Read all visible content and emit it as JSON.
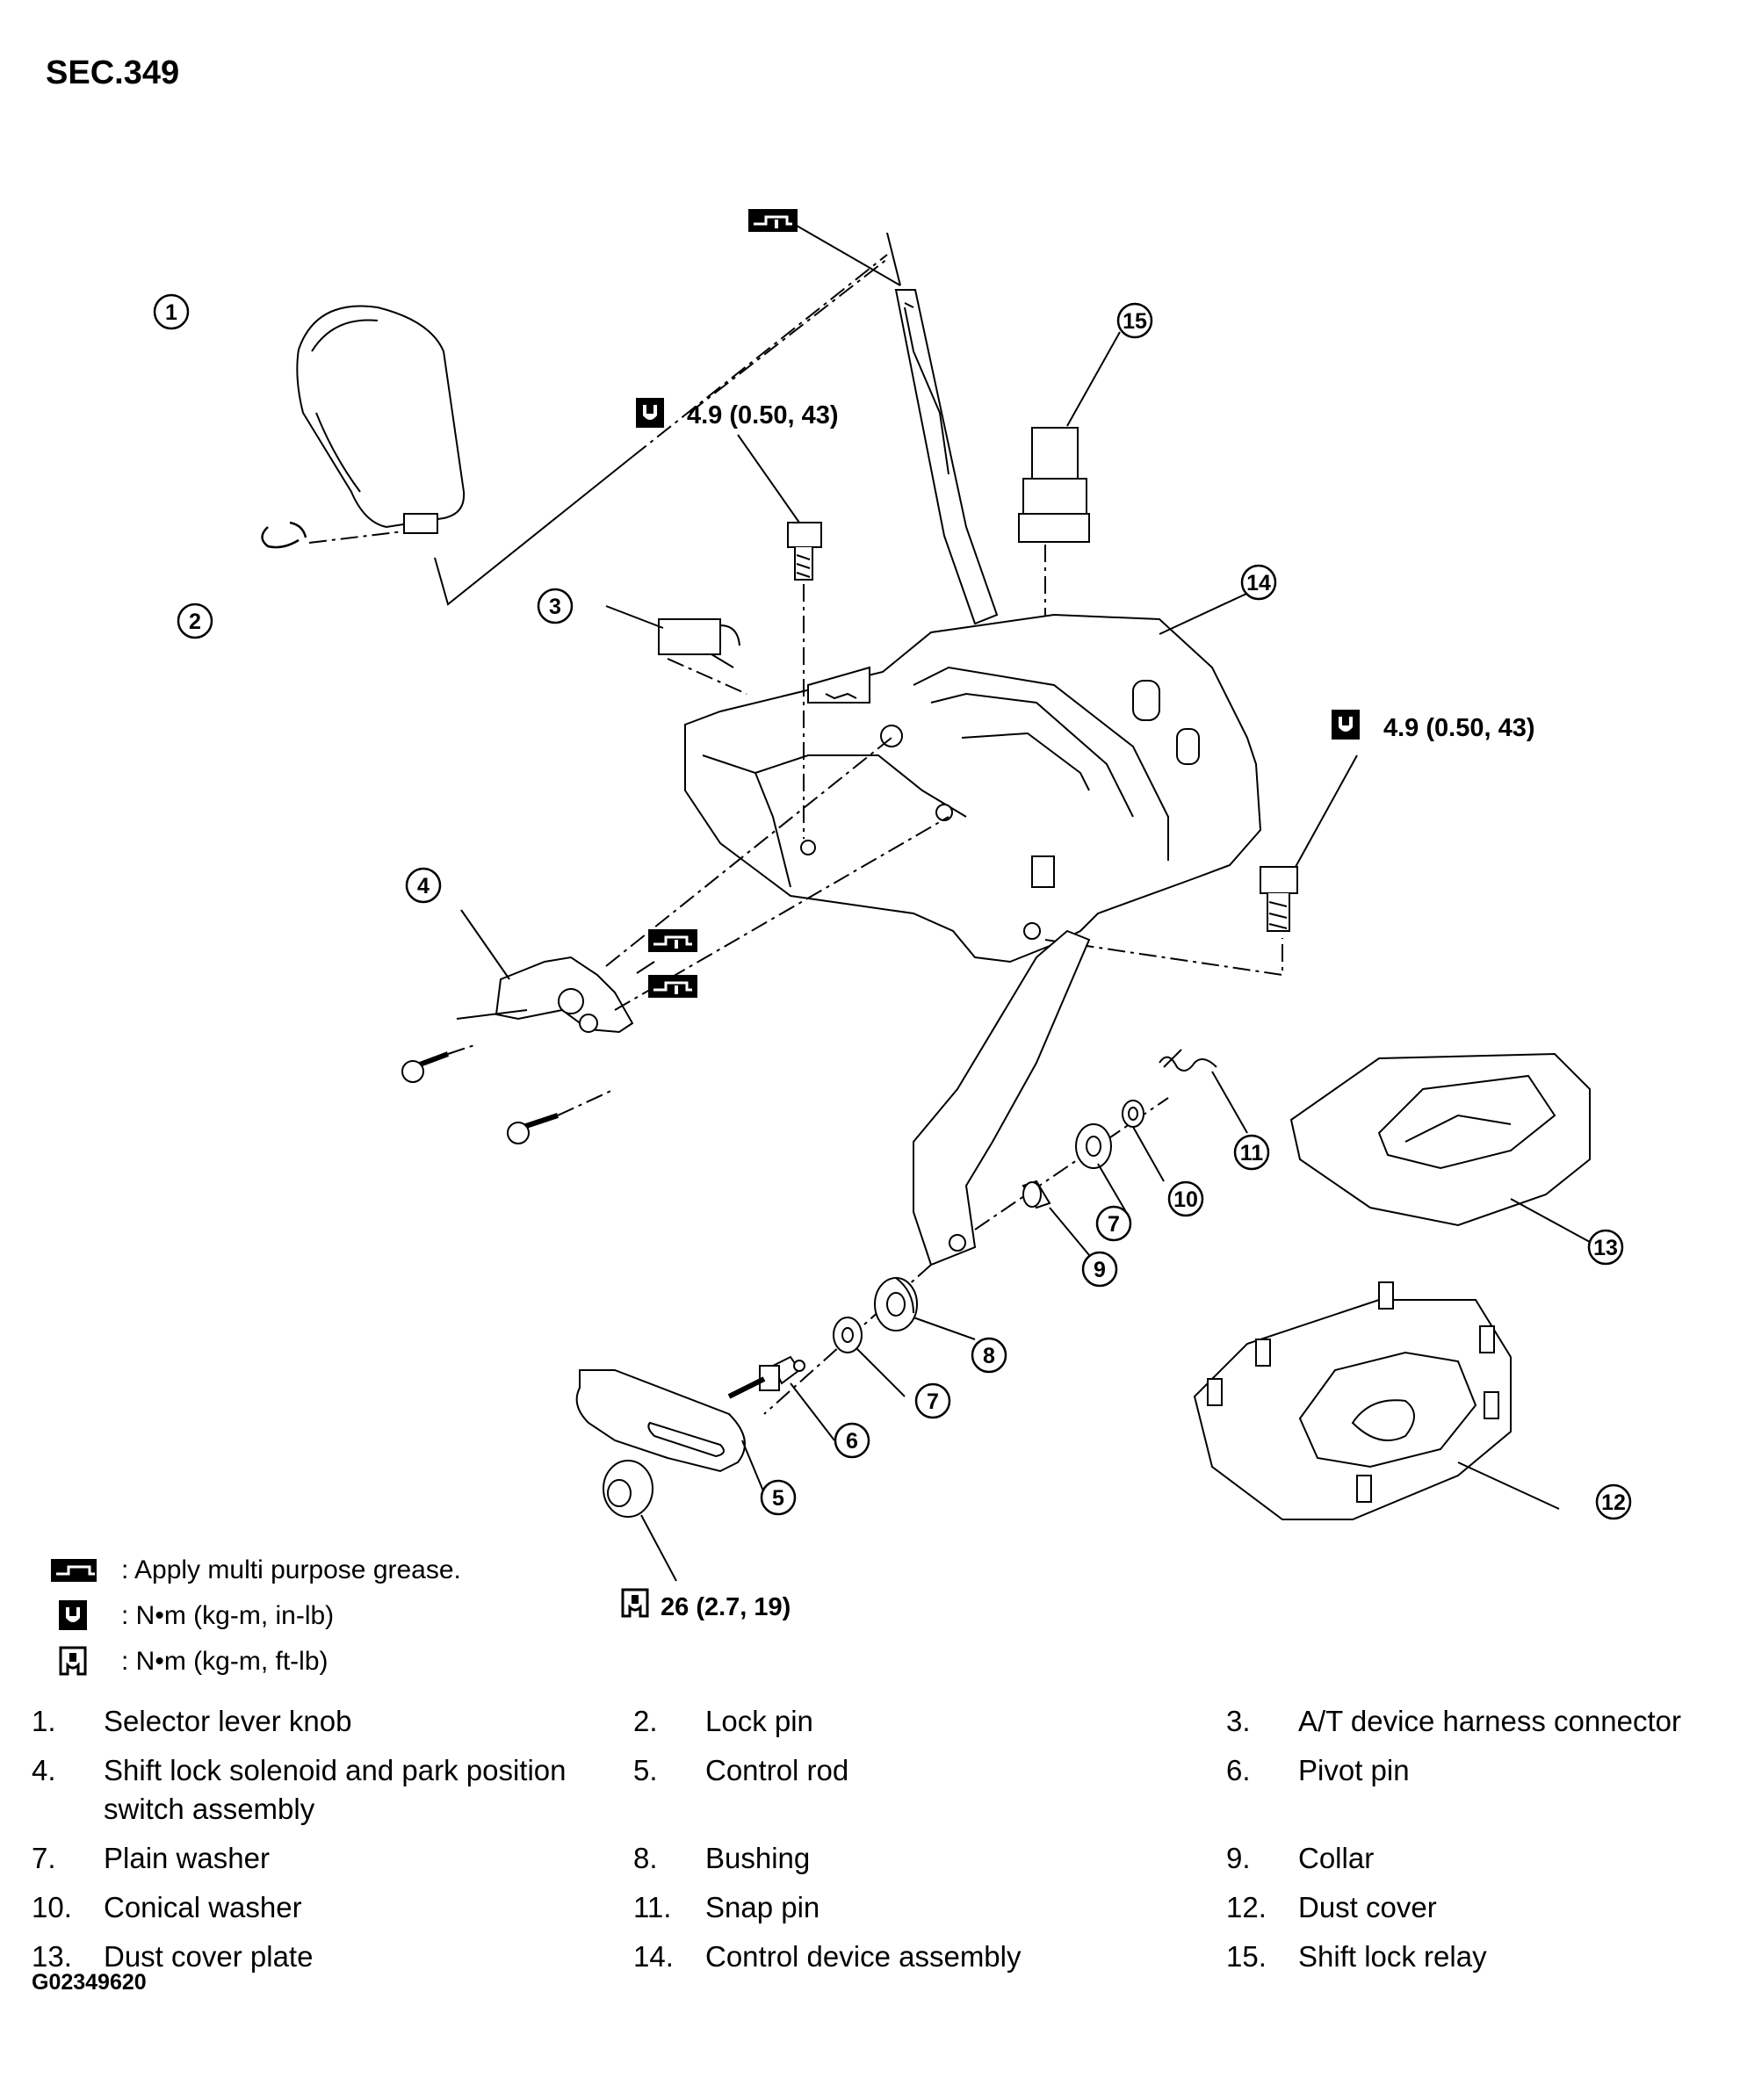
{
  "section": "SEC.349",
  "callouts": [
    "1",
    "2",
    "3",
    "4",
    "5",
    "6",
    "7",
    "7",
    "8",
    "9",
    "10",
    "11",
    "12",
    "13",
    "14",
    "15"
  ],
  "torque": {
    "top": "4.9  (0.50,  43)",
    "right": "4.9  (0.50,  43)",
    "bottom": "26  (2.7,  19)"
  },
  "legend": [
    {
      "symbol": "grease-symbol",
      "text": ":  Apply multi purpose grease."
    },
    {
      "symbol": "torque-in-lb-symbol",
      "text": ":  N•m   (kg-m,   in-lb)"
    },
    {
      "symbol": "torque-ft-lb-symbol",
      "text": ":  N•m   (kg-m,   ft-lb)"
    }
  ],
  "parts": [
    {
      "num": "1.",
      "label": "Selector lever knob"
    },
    {
      "num": "2.",
      "label": "Lock pin"
    },
    {
      "num": "3.",
      "label": "A/T device harness connector"
    },
    {
      "num": "4.",
      "label": "Shift lock solenoid and park position switch assembly"
    },
    {
      "num": "5.",
      "label": "Control rod"
    },
    {
      "num": "6.",
      "label": "Pivot pin"
    },
    {
      "num": "7.",
      "label": "Plain washer"
    },
    {
      "num": "8.",
      "label": "Bushing"
    },
    {
      "num": "9.",
      "label": "Collar"
    },
    {
      "num": "10.",
      "label": "Conical washer"
    },
    {
      "num": "11.",
      "label": "Snap pin"
    },
    {
      "num": "12.",
      "label": "Dust cover"
    },
    {
      "num": "13.",
      "label": "Dust cover plate"
    },
    {
      "num": "14.",
      "label": "Control device assembly"
    },
    {
      "num": "15.",
      "label": "Shift lock relay"
    }
  ],
  "figure_code": "G02349620"
}
